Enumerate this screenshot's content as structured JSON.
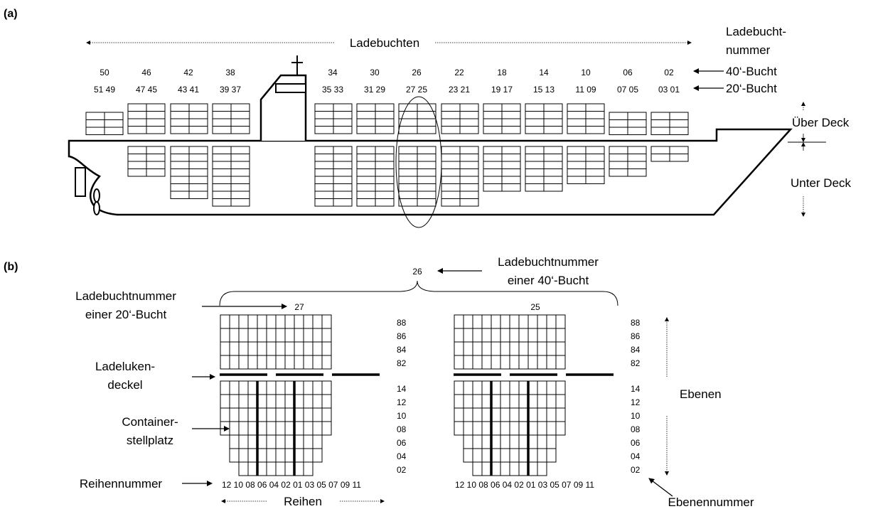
{
  "panel_a": {
    "label": "(a)",
    "ladebuchten_label": "Ladebuchten",
    "ladebucht_nummer_label_1": "Ladebucht-",
    "ladebucht_nummer_label_2": "nummer",
    "bucht40_label": "40‘-Bucht",
    "bucht20_label": "20‘-Bucht",
    "ueber_deck_label": "Über Deck",
    "unter_deck_label": "Unter Deck",
    "bay40_numbers": [
      "50",
      "46",
      "42",
      "38",
      "34",
      "30",
      "26",
      "22",
      "18",
      "14",
      "10",
      "06",
      "02"
    ],
    "bay20_numbers": [
      "51 49",
      "47 45",
      "43 41",
      "39 37",
      "35 33",
      "31 29",
      "27 25",
      "23 21",
      "19 17",
      "15 13",
      "11 09",
      "07 05",
      "03 01"
    ]
  },
  "panel_b": {
    "label": "(b)",
    "bay40_number": "26",
    "bay40_label_1": "Ladebuchtnummer",
    "bay40_label_2": "einer 40‘-Bucht",
    "bay20_label_1": "Ladebuchtnummer",
    "bay20_label_2": "einer 20‘-Bucht",
    "left_bay_number": "27",
    "right_bay_number": "25",
    "ladeluken_label_1": "Ladeluken-",
    "ladeluken_label_2": "deckel",
    "stellplatz_label_1": "Container-",
    "stellplatz_label_2": "stellplatz",
    "reihennummer_label": "Reihennummer",
    "reihen_label": "Reihen",
    "ebenen_label": "Ebenen",
    "ebenennummer_label": "Ebenennummer",
    "row_numbers": "12 10 08 06 04 02 01 03 05 07 09 11",
    "deck_tiers": [
      "88",
      "86",
      "84",
      "82"
    ],
    "hold_tiers": [
      "14",
      "12",
      "10",
      "08",
      "06",
      "04",
      "02"
    ]
  }
}
